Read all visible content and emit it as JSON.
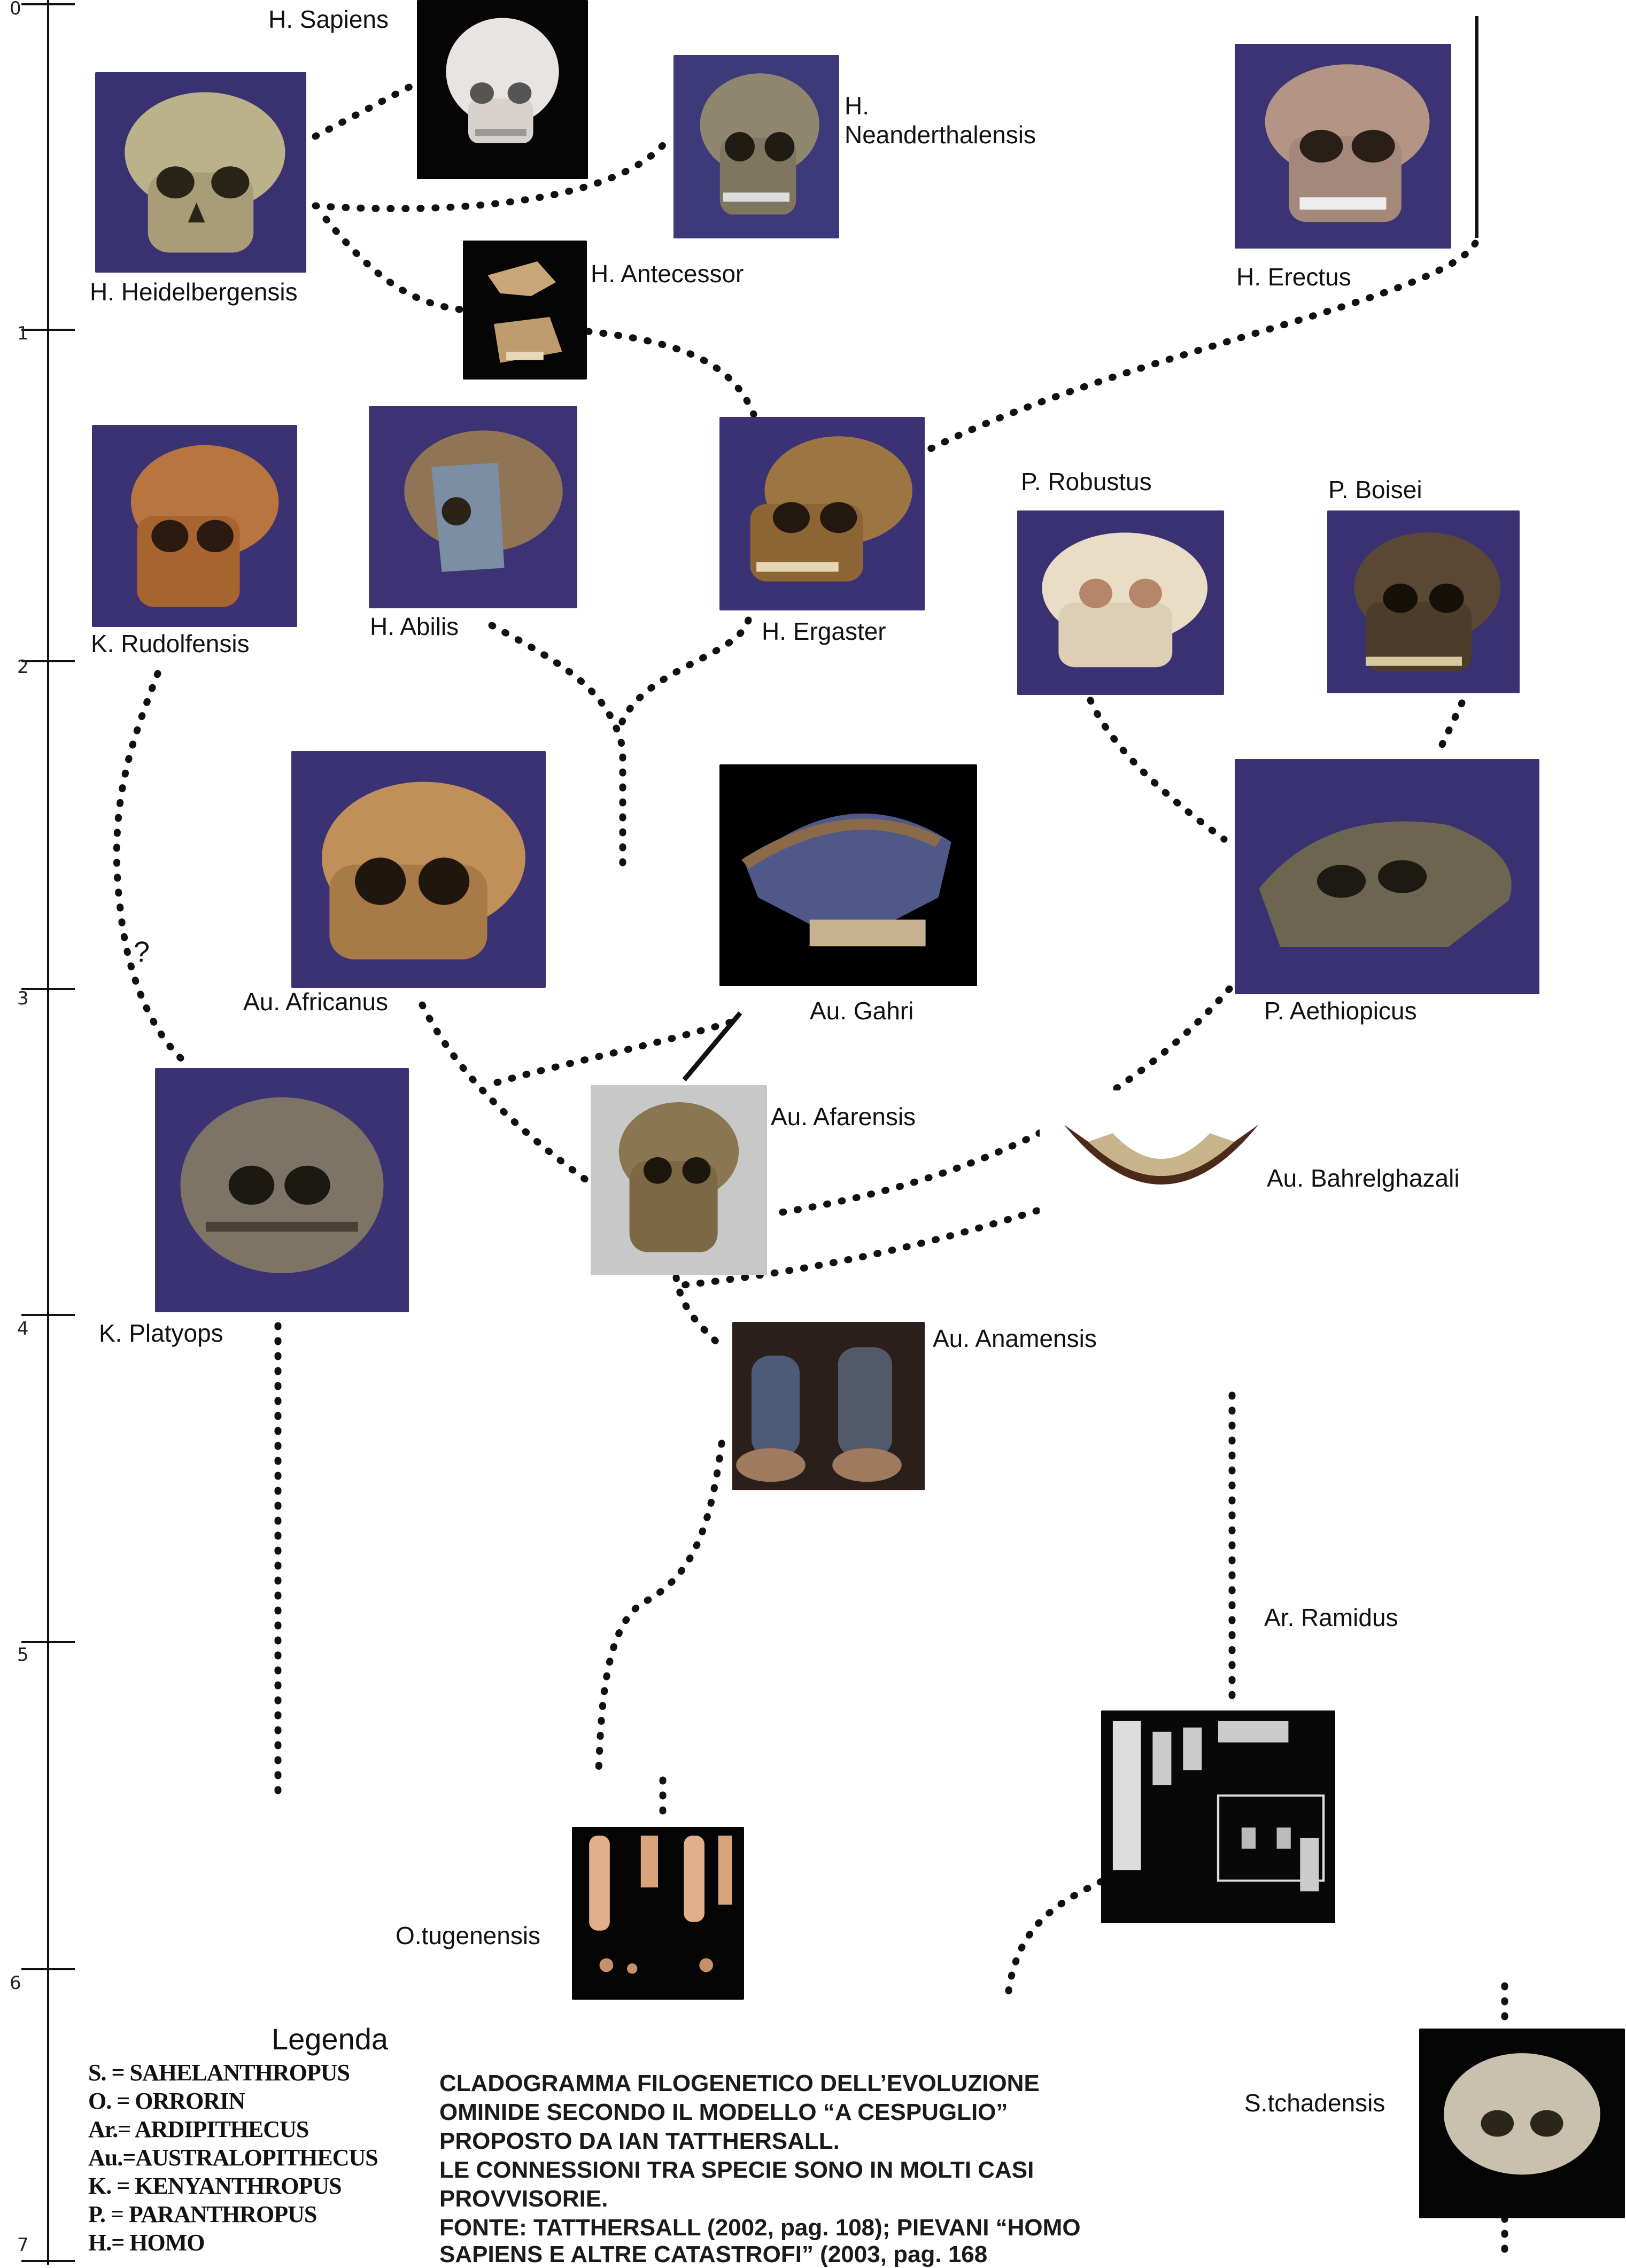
{
  "axis": {
    "ticks": [
      "0",
      "1",
      "2",
      "3",
      "4",
      "5",
      "6",
      "7"
    ]
  },
  "species": {
    "h_sapiens": "H. Sapiens",
    "h_neanderthalensis_1": "H.",
    "h_neanderthalensis_2": "Neanderthalensis",
    "h_heidelbergensis": "H. Heidelbergensis",
    "h_antecessor": "H. Antecessor",
    "h_erectus": "H. Erectus",
    "k_rudolfensis": "K. Rudolfensis",
    "h_abilis": "H. Abilis",
    "h_ergaster": "H. Ergaster",
    "p_robustus": "P. Robustus",
    "p_boisei": "P. Boisei",
    "au_africanus": "Au. Africanus",
    "au_gahri": "Au. Gahri",
    "p_aethiopicus": "P. Aethiopicus",
    "question": "?",
    "au_afarensis": "Au. Afarensis",
    "au_bahrelghazali": "Au. Bahrelghazali",
    "k_platyops": "K. Platyops",
    "au_anamensis": "Au. Anamensis",
    "ar_ramidus": "Ar. Ramidus",
    "o_tugenensis": "O.tugenensis",
    "s_tchadensis": "S.tchadensis"
  },
  "legend": {
    "title": "Legenda",
    "items": [
      "S. =  SAHELANTHROPUS",
      "O. = ORRORIN",
      "Ar.= ARDIPITHECUS",
      "Au.=AUSTRALOPITHECUS",
      "K. = KENYANTHROPUS",
      "P. =  PARANTHROPUS",
      "H.=  HOMO"
    ]
  },
  "caption": {
    "lines": [
      "CLADOGRAMMA FILOGENETICO DELL’EVOLUZIONE",
      "OMINIDE SECONDO IL MODELLO “A CESPUGLIO”",
      "PROPOSTO DA IAN TATTHERSALL.",
      "LE CONNESSIONI TRA SPECIE SONO IN MOLTI CASI",
      "PROVVISORIE.",
      "FONTE: TATTHERSALL (2002, pag. 108); PIEVANI “HOMO",
      "SAPIENS E ALTRE CATASTROFI” (2003, pag. 168"
    ]
  },
  "colors": {
    "purple_bg": "#3d3270",
    "black_bg": "#0a0a0a",
    "skull_tan": "#b58a55",
    "skull_dark": "#4a3a28",
    "line": "#111111"
  }
}
